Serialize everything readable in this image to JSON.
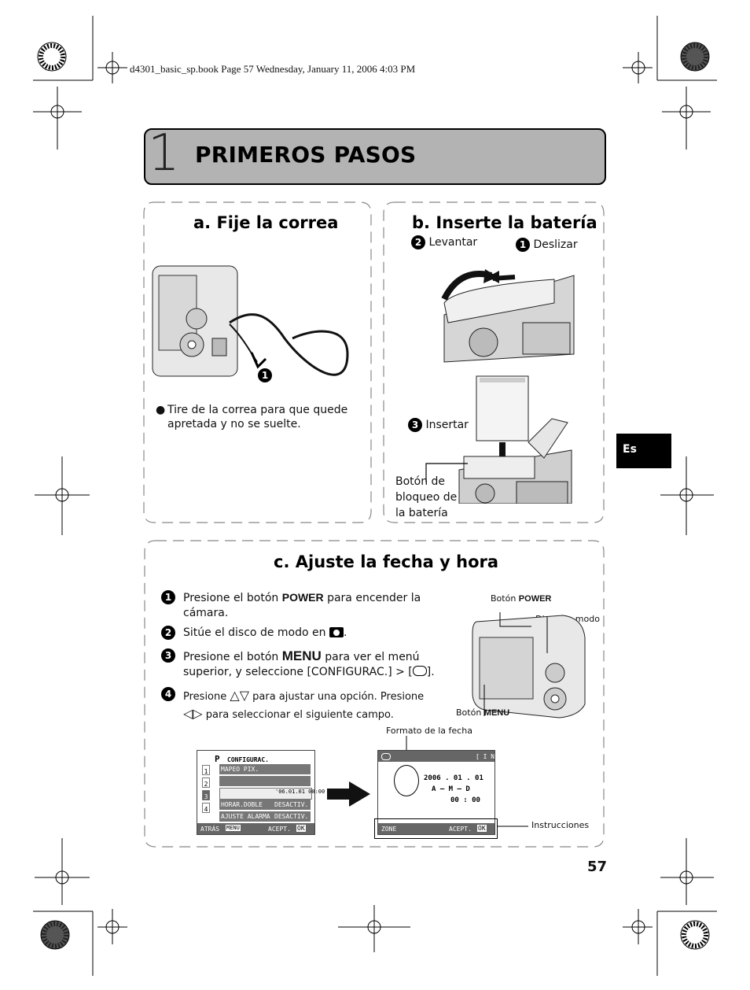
{
  "header": {
    "file_line": "d4301_basic_sp.book  Page 57  Wednesday, January 11, 2006  4:03 PM"
  },
  "chapter": {
    "number": "1",
    "title": "PRIMEROS PASOS"
  },
  "section_a": {
    "title": "a. Fije la correa",
    "step_badge": "1",
    "note": "Tire de la correa para que quede apretada y no se suelte."
  },
  "section_b": {
    "title": "b. Inserte la batería",
    "labels": {
      "lift_num": "2",
      "lift": "Levantar",
      "slide_num": "1",
      "slide": "Deslizar",
      "insert_num": "3",
      "insert": "Insertar",
      "lock_button": "Botón de bloqueo de la batería"
    }
  },
  "section_c": {
    "title": "c. Ajuste la fecha y hora",
    "steps": [
      {
        "num": "1",
        "pre": "Presione el botón ",
        "key": "POWER",
        "post": " para encender la cámara."
      },
      {
        "num": "2",
        "pre": "Sitúe el disco de modo en ",
        "key": "",
        "post": "."
      },
      {
        "num": "3",
        "pre": "Presione el botón ",
        "key": "MENU",
        "post": " para ver el menú superior, y seleccione [CONFIGURAC.] > [",
        "post2": "]."
      },
      {
        "num": "4",
        "pre": "Presione ",
        "mid": " para ajustar una opción. Presione ",
        "post": " para seleccionar el siguiente campo."
      }
    ],
    "camera_labels": {
      "power_pre": "Botón ",
      "power_key": "POWER",
      "mode_dial": "Disco de modo",
      "menu_pre": "Botón ",
      "menu_key": "MENU"
    },
    "date_format_label": "Formato de la fecha",
    "instructions_label": "Instrucciones",
    "screen1": {
      "mode": "P",
      "title": "CONFIGURAC.",
      "tabs": [
        "1",
        "2",
        "3",
        "4"
      ],
      "rows": [
        {
          "label": "MAPEO PIX.",
          "value": ""
        },
        {
          "label": "",
          "value": ""
        },
        {
          "label": "",
          "value": "'06.01.01 00:00"
        },
        {
          "label": "HORAR.DOBLE",
          "value": "DESACTIV."
        },
        {
          "label": "AJUSTE ALARMA",
          "value": "DESACTIV."
        }
      ],
      "footer_left": "ATRÁS",
      "footer_menu": "MENU",
      "footer_right": "ACEPT.",
      "footer_ok": "OK"
    },
    "screen2": {
      "in_tag": "[ I N ]",
      "date": "2006 . 01 . 01",
      "format": "A  —  M  —  D",
      "time": "00 : 00",
      "footer_left": "ZONE",
      "footer_right": "ACEPT.",
      "footer_ok": "OK"
    }
  },
  "side_tab": "Es",
  "page_number": "57"
}
